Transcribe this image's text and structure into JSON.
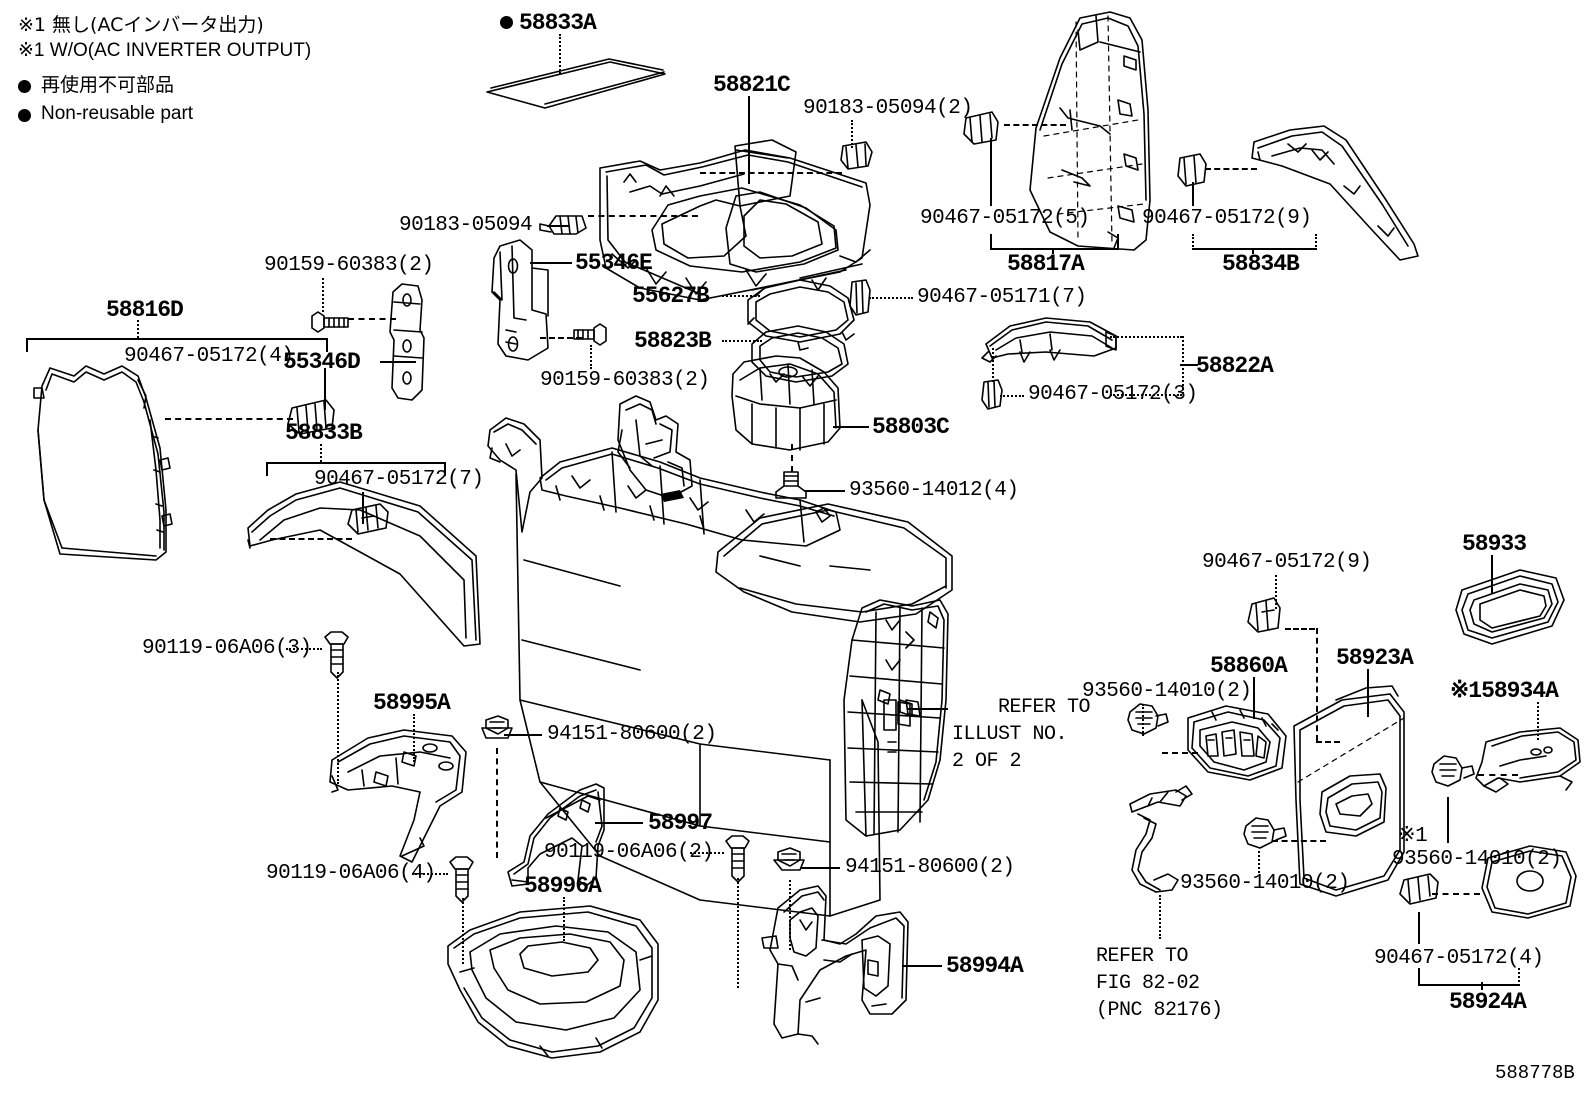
{
  "figure": {
    "number": "588778B",
    "refer_illust": "REFER TO\nILLUST NO.\n2 OF 2",
    "refer_fig": "REFER TO\nFIG 82-02\n(PNC 82176)"
  },
  "legend": {
    "note_jp": "※1 無し(ACインバータ出力)",
    "note_en": "※1 W/O(AC INVERTER OUTPUT)",
    "nonreuse_jp": "再使用不可部品",
    "nonreuse_en": "Non-reusable part"
  },
  "callouts": [
    {
      "id": "c01",
      "text": "58833A",
      "marker": "dot"
    },
    {
      "id": "c02",
      "text": "58821C"
    },
    {
      "id": "c03",
      "text": "90183-05094(2)"
    },
    {
      "id": "c04",
      "text": "90183-05094"
    },
    {
      "id": "c05",
      "text": "90159-60383(2)"
    },
    {
      "id": "c06",
      "text": "55346E"
    },
    {
      "id": "c07",
      "text": "55627B"
    },
    {
      "id": "c08",
      "text": "90467-05171(7)"
    },
    {
      "id": "c09",
      "text": "58823B"
    },
    {
      "id": "c10",
      "text": "58816D"
    },
    {
      "id": "c11",
      "text": "90467-05172(4)"
    },
    {
      "id": "c12",
      "text": "55346D"
    },
    {
      "id": "c13",
      "text": "90159-60383(2)"
    },
    {
      "id": "c14",
      "text": "58803C"
    },
    {
      "id": "c15",
      "text": "58833B"
    },
    {
      "id": "c16",
      "text": "90467-05172(7)"
    },
    {
      "id": "c17",
      "text": "93560-14012(4)"
    },
    {
      "id": "c18",
      "text": "90467-05172(5)"
    },
    {
      "id": "c19",
      "text": "58817A"
    },
    {
      "id": "c20",
      "text": "90467-05172(9)"
    },
    {
      "id": "c21",
      "text": "58834B"
    },
    {
      "id": "c22",
      "text": "58822A"
    },
    {
      "id": "c23",
      "text": "90467-05172(3)"
    },
    {
      "id": "c24",
      "text": "90119-06A06(3)"
    },
    {
      "id": "c25",
      "text": "58995A"
    },
    {
      "id": "c26",
      "text": "94151-80600(2)"
    },
    {
      "id": "c27",
      "text": "58997"
    },
    {
      "id": "c28",
      "text": "90119-06A06(4)"
    },
    {
      "id": "c29",
      "text": "58996A"
    },
    {
      "id": "c30",
      "text": "90119-06A06(2)"
    },
    {
      "id": "c31",
      "text": "94151-80600(2)"
    },
    {
      "id": "c32",
      "text": "58994A"
    },
    {
      "id": "c33",
      "text": "90467-05172(9)"
    },
    {
      "id": "c34",
      "text": "58933"
    },
    {
      "id": "c35",
      "text": "58860A"
    },
    {
      "id": "c36",
      "text": "58923A"
    },
    {
      "id": "c37",
      "text": "※158934A"
    },
    {
      "id": "c38",
      "text": "93560-14010(2)"
    },
    {
      "id": "c39",
      "text": "93560-14010(2)"
    },
    {
      "id": "c40",
      "text": "※1"
    },
    {
      "id": "c41",
      "text": "93560-14010(2)"
    },
    {
      "id": "c42",
      "text": "90467-05172(4)"
    },
    {
      "id": "c43",
      "text": "58924A"
    }
  ]
}
